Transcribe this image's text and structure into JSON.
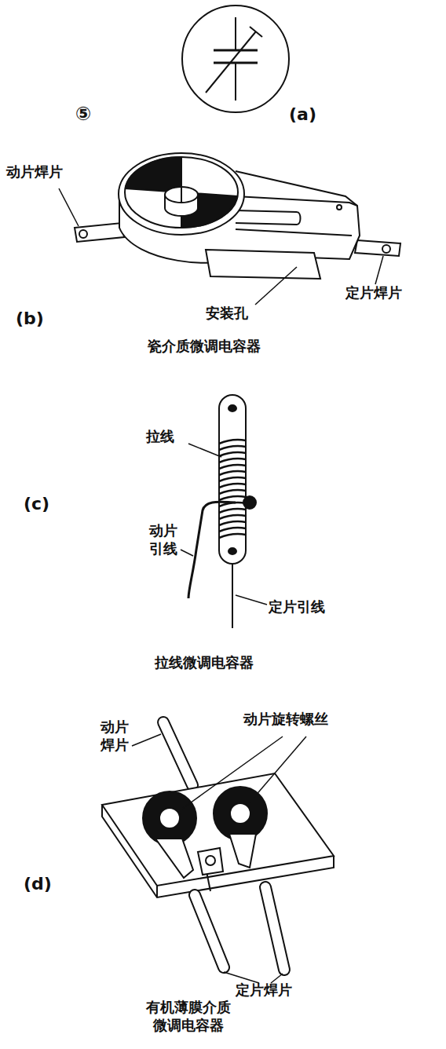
{
  "diagram": {
    "labels": [
      "⑤",
      "(a)",
      "动片焊片",
      "安装孔",
      "定片焊片",
      "(b)",
      "瓷介质微调电容器",
      "拉线",
      "(c)",
      "动片 引线",
      "定片引线",
      "拉线微调电容器",
      "动片 焊片",
      "动片旋转螺丝",
      "(d)",
      "定片焊片",
      "有机薄膜介质 微调电容器"
    ]
  }
}
